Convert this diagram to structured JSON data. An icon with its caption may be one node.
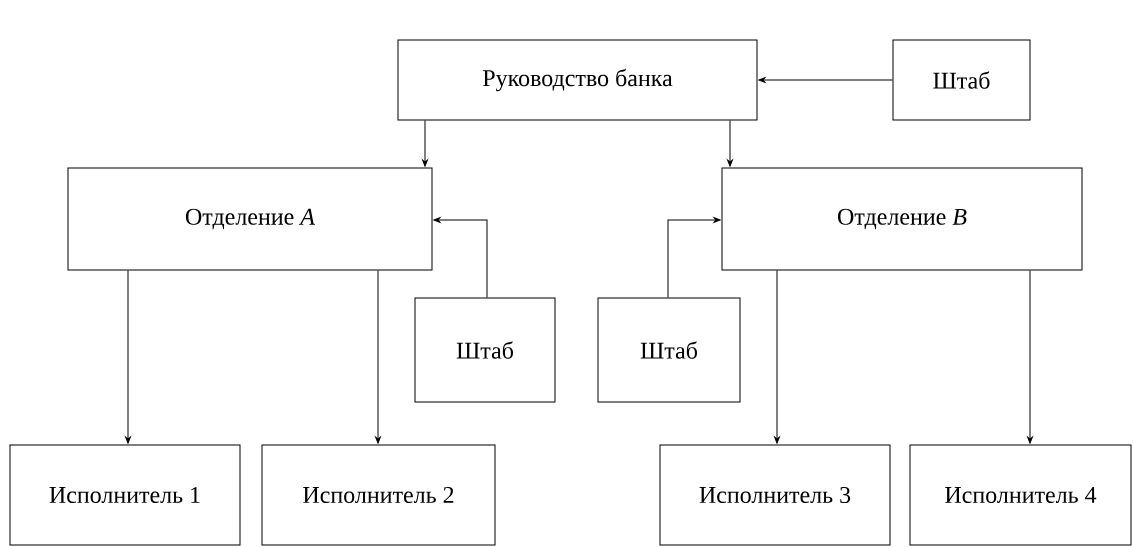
{
  "diagram": {
    "nodes": [
      {
        "text": [
          "Руководство банка"
        ]
      },
      {
        "text": [
          "Штаб"
        ]
      },
      {
        "text": [
          "Отделение *A*"
        ]
      },
      {
        "text": [
          "Отделение *B*"
        ]
      },
      {
        "text": [
          "Штаб"
        ]
      },
      {
        "text": [
          "Штаб"
        ]
      },
      {
        "text": [
          "Исполнитель 1"
        ]
      },
      {
        "text": [
          "Исполнитель 2"
        ]
      },
      {
        "text": [
          "Исполнитель 3"
        ]
      },
      {
        "text": [
          "Исполнитель 4"
        ]
      }
    ],
    "edges": [
      {
        "from": 1,
        "to": 0,
        "arrow": "to"
      },
      {
        "from": 0,
        "to": 2,
        "arrow": "to"
      },
      {
        "from": 0,
        "to": 3,
        "arrow": "to"
      },
      {
        "from": 4,
        "to": 2,
        "arrow": "to"
      },
      {
        "from": 5,
        "to": 3,
        "arrow": "to"
      },
      {
        "from": 2,
        "to": 6,
        "arrow": "to"
      },
      {
        "from": 2,
        "to": 7,
        "arrow": "to"
      },
      {
        "from": 3,
        "to": 8,
        "arrow": "to"
      },
      {
        "from": 3,
        "to": 9,
        "arrow": "to"
      }
    ]
  }
}
